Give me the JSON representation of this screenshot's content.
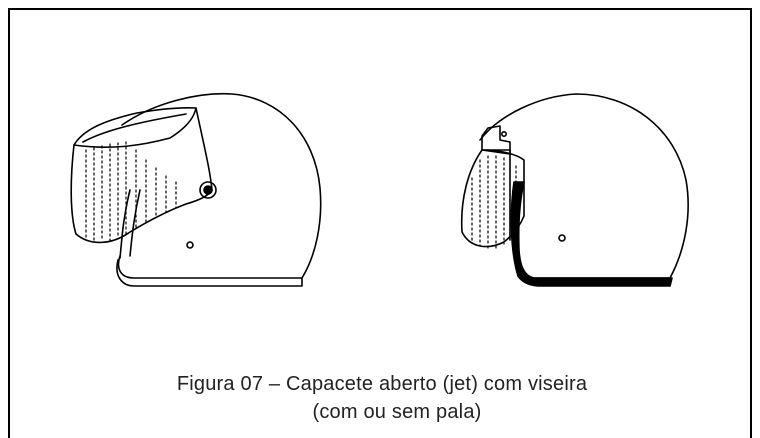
{
  "figure": {
    "caption_line1": "Figura 07 – Capacete aberto (jet) com viseira",
    "caption_line2": "(com ou sem pala)",
    "border_color": "#000000",
    "line_color": "#000000"
  },
  "helmets": [
    {
      "name": "helmet-with-peak",
      "icon": "open-face-helmet-with-peak-and-visor"
    },
    {
      "name": "helmet-without-peak",
      "icon": "open-face-helmet-with-visor"
    }
  ]
}
